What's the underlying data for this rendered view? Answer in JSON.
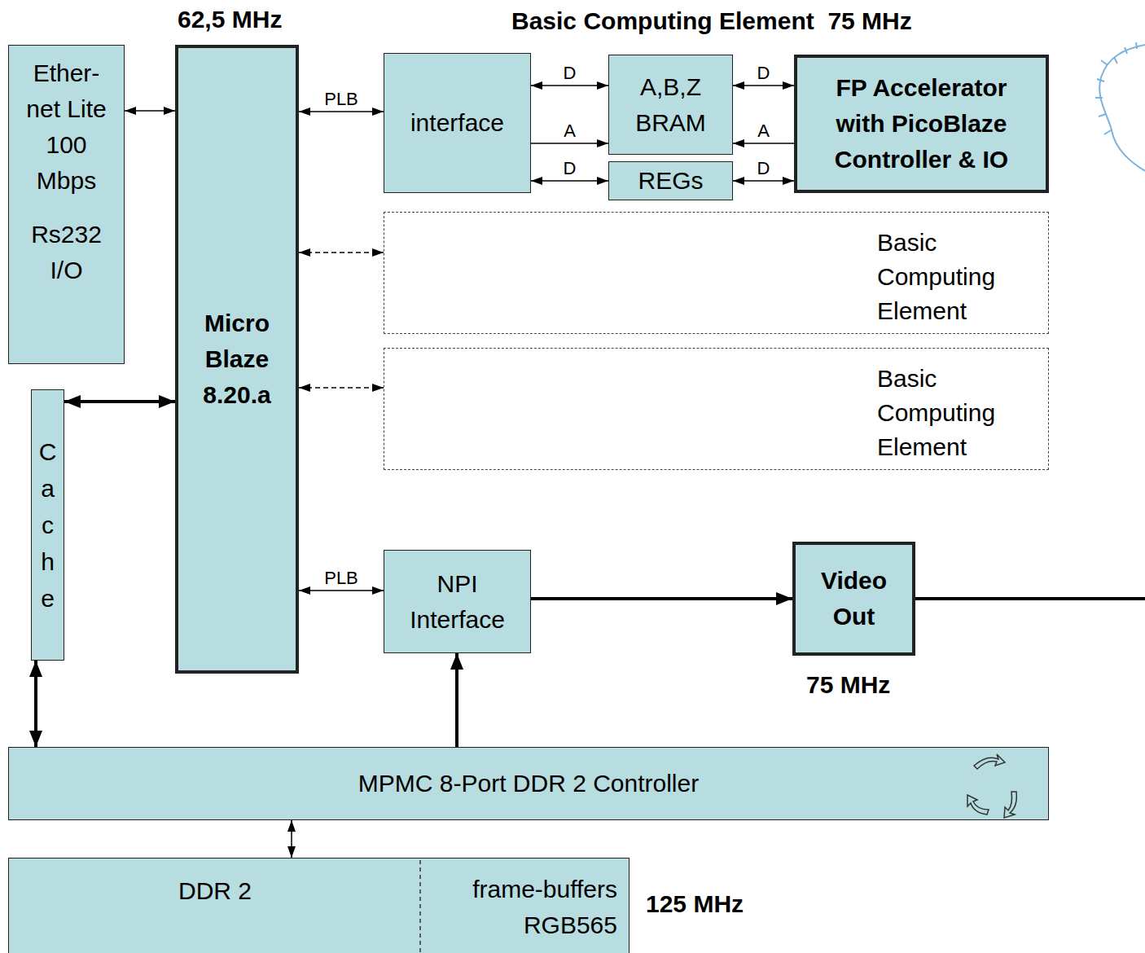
{
  "diagram": {
    "nodes": [
      {
        "text": [
          "Ether- net Lite 100 Mbps",
          "Rs232 I/O"
        ]
      },
      {
        "text": [
          "Micro Blaze 8.20.a"
        ]
      },
      {
        "text": [
          "Cache"
        ]
      },
      {
        "text": [
          "interface"
        ]
      },
      {
        "text": [
          "A,B,Z BRAM"
        ]
      },
      {
        "text": [
          "REGs"
        ]
      },
      {
        "text": [
          "FP Accelerator with PicoBlaze Controller & IO"
        ]
      },
      {
        "text": [
          "Basic Computing Element"
        ]
      },
      {
        "text": [
          "Basic Computing Element"
        ]
      },
      {
        "text": [
          "NPI Interface"
        ]
      },
      {
        "text": [
          "Video Out"
        ]
      },
      {
        "text": [
          "MPMC 8-Port DDR 2 Controller"
        ]
      },
      {
        "text": [
          "DDR 2",
          "frame-buffers RGB565"
        ]
      }
    ],
    "edges": [
      {
        "from": 0,
        "to": 1,
        "arrow": "both"
      },
      {
        "from": 2,
        "to": 1,
        "arrow": "both"
      },
      {
        "from": 1,
        "to": 3,
        "arrow": "both",
        "label": "PLB"
      },
      {
        "from": 3,
        "to": 4,
        "arrow": "both",
        "label": "D"
      },
      {
        "from": 3,
        "to": 4,
        "arrow": "to",
        "label": "A"
      },
      {
        "from": 3,
        "to": 5,
        "arrow": "both",
        "label": "D"
      },
      {
        "from": 4,
        "to": 6,
        "arrow": "both",
        "label": "D"
      },
      {
        "from": 6,
        "to": 4,
        "arrow": "to",
        "label": "A"
      },
      {
        "from": 5,
        "to": 6,
        "arrow": "both",
        "label": "D"
      },
      {
        "from": 1,
        "to": 7,
        "arrow": "both"
      },
      {
        "from": 1,
        "to": 8,
        "arrow": "both"
      },
      {
        "from": 1,
        "to": 9,
        "arrow": "both",
        "label": "PLB"
      },
      {
        "from": 9,
        "to": 10,
        "arrow": "to"
      },
      {
        "from": 11,
        "to": 9,
        "arrow": "to"
      },
      {
        "from": 2,
        "to": 11,
        "arrow": "both"
      },
      {
        "from": 11,
        "to": 12,
        "arrow": "both"
      }
    ],
    "labels": [
      "62,5 MHz",
      "Basic Computing Element  75 MHz",
      "75 MHz",
      "125 MHz"
    ]
  }
}
